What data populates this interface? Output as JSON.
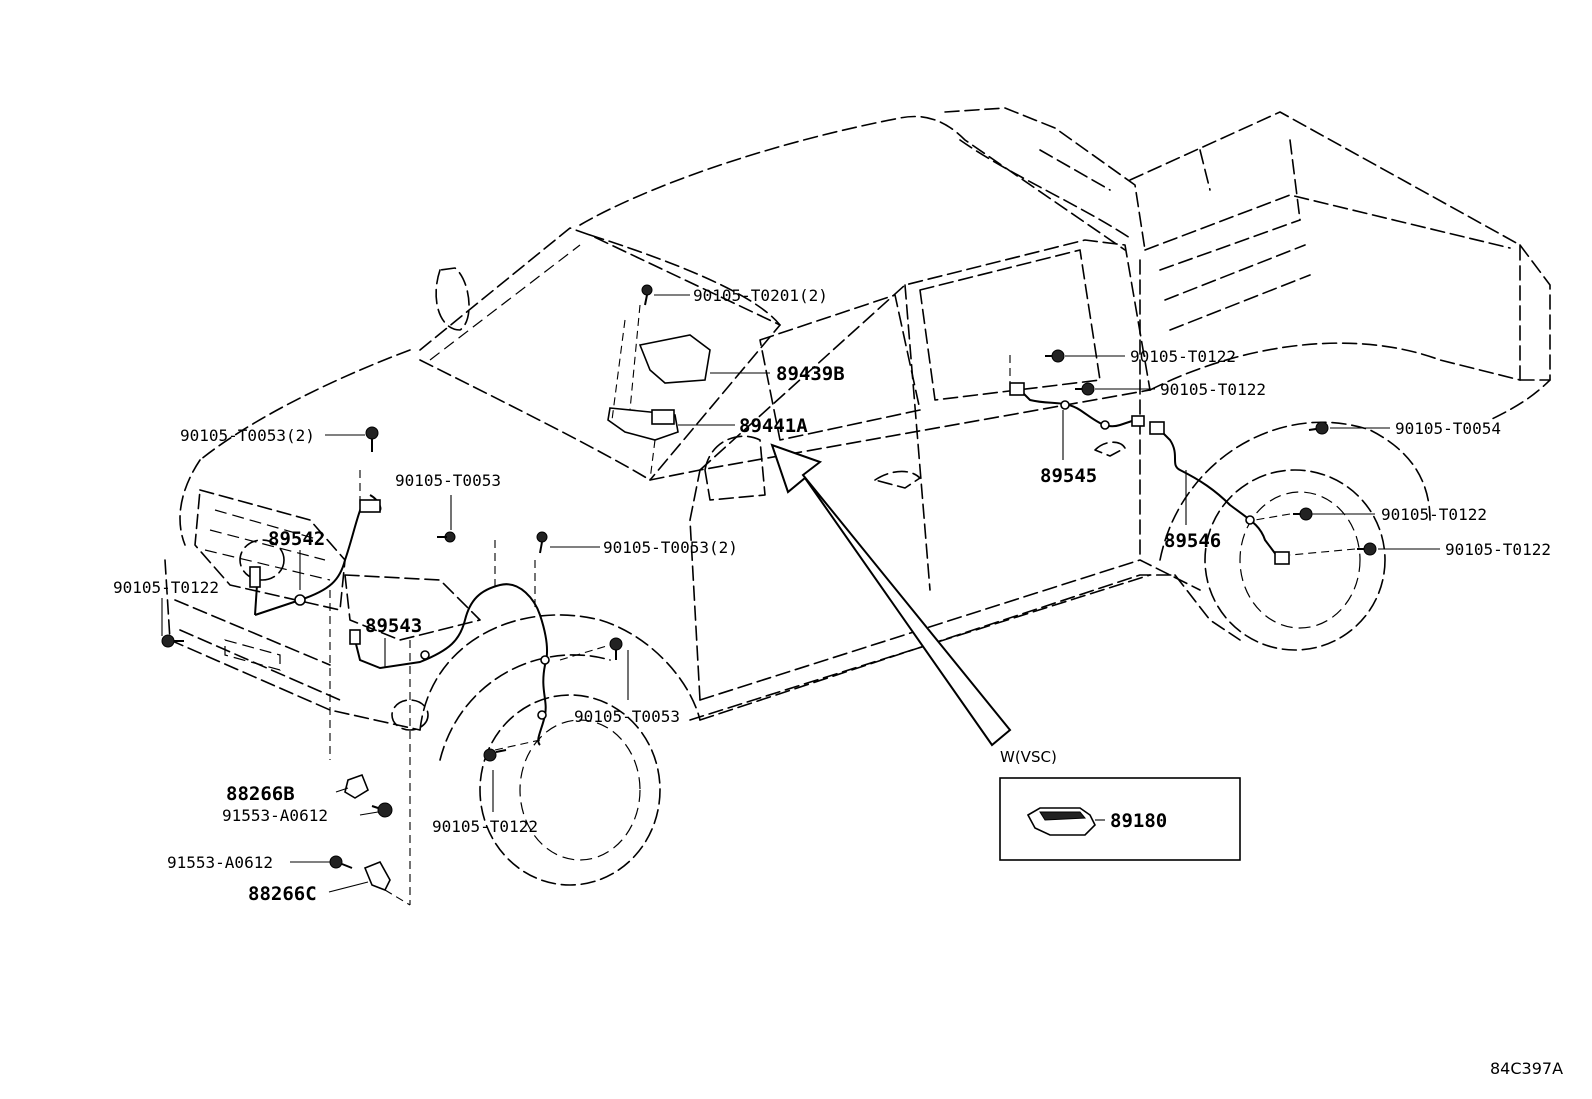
{
  "diagram_id": "84C397A",
  "inset_caption": "W(VSC)",
  "labels": {
    "p_90105_T0201": "90105-T0201(2)",
    "p_89439B": "89439B",
    "p_89441A": "89441A",
    "p_90105_T0053_2_left": "90105-T0053(2)",
    "p_90105_T0053_a": "90105-T0053",
    "p_89542": "89542",
    "p_90105_T0122_left": "90105-T0122",
    "p_90105_T0053_2_mid": "90105-T0053(2)",
    "p_89543": "89543",
    "p_90105_T0053_b": "90105-T0053",
    "p_88266B": "88266B",
    "p_91553_A0612_a": "91553-A0612",
    "p_90105_T0122_wheel": "90105-T0122",
    "p_91553_A0612_b": "91553-A0612",
    "p_88266C": "88266C",
    "p_90105_T0122_r1": "90105-T0122",
    "p_90105_T0122_r2": "90105-T0122",
    "p_89545": "89545",
    "p_90105_T0054": "90105-T0054",
    "p_90105_T0122_r3": "90105-T0122",
    "p_89546": "89546",
    "p_90105_T0122_r4": "90105-T0122",
    "p_89180": "89180"
  }
}
